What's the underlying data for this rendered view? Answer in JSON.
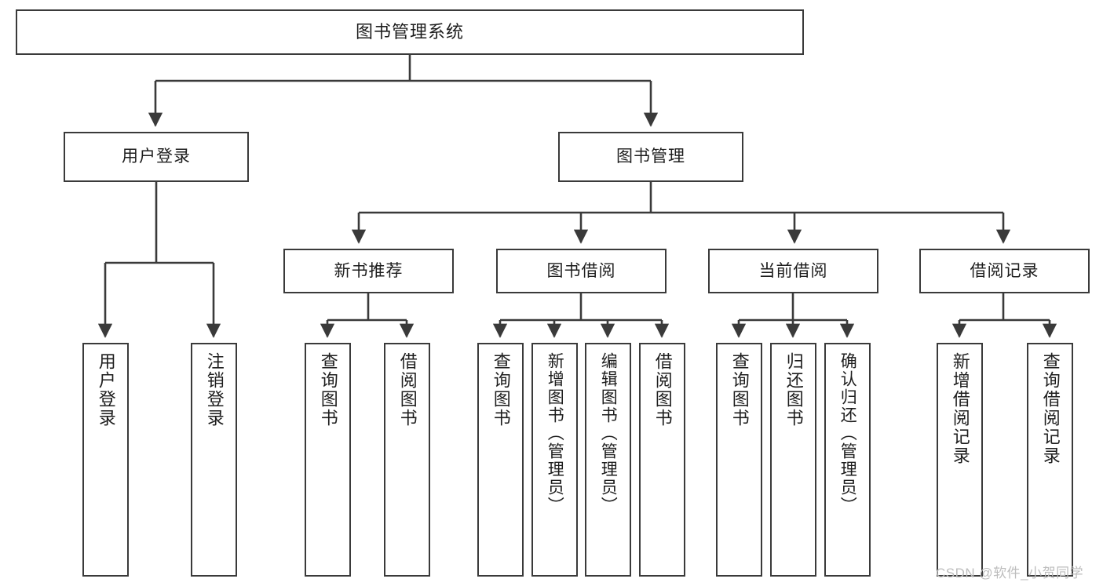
{
  "diagram": {
    "type": "tree",
    "title_node": {
      "label": "图书管理系统"
    },
    "level2": [
      {
        "label": "用户登录"
      },
      {
        "label": "图书管理"
      }
    ],
    "level3": [
      {
        "label": "新书推荐"
      },
      {
        "label": "图书借阅"
      },
      {
        "label": "当前借阅"
      },
      {
        "label": "借阅记录"
      }
    ],
    "leaves": {
      "user_login": [
        {
          "label": "用户登录"
        },
        {
          "label": "注销登录"
        }
      ],
      "new_book_recommend": [
        {
          "label": "查询图书"
        },
        {
          "label": "借阅图书"
        }
      ],
      "book_borrow": [
        {
          "label": "查询图书"
        },
        {
          "label": "新增图书（管理员）"
        },
        {
          "label": "编辑图书（管理员）"
        },
        {
          "label": "借阅图书"
        }
      ],
      "current_borrow": [
        {
          "label": "查询图书"
        },
        {
          "label": "归还图书"
        },
        {
          "label": "确认归还（管理员）"
        }
      ],
      "borrow_record": [
        {
          "label": "新增借阅记录"
        },
        {
          "label": "查询借阅记录"
        }
      ]
    },
    "watermark": "CSDN @软件_小贺同学",
    "colors": {
      "stroke": "#3a3a3a",
      "background": "#ffffff",
      "text": "#1d1d1d",
      "watermark": "#bdbdbd"
    }
  }
}
